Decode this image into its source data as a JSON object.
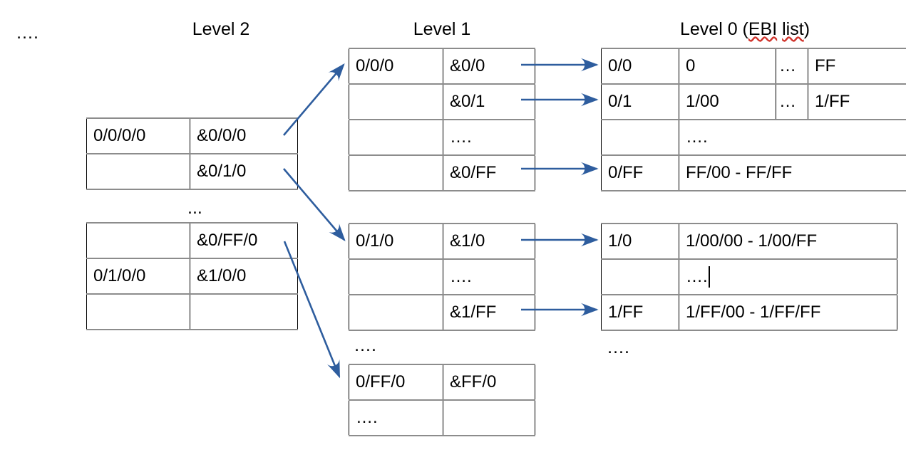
{
  "headers": {
    "ellipsis_left": "….",
    "level2": "Level 2",
    "level1": "Level 1",
    "level0_prefix": "Level 0 (",
    "level0_word1": "EBI",
    "level0_space": " ",
    "level0_word2": "list",
    "level0_suffix": ")"
  },
  "separators": {
    "level2_between": "...",
    "level1_bottom": "….",
    "level0_bottom": "…."
  },
  "colors": {
    "arrow": "#2e5d9e",
    "border_horizontal": "#8c8c8c",
    "border_vertical": "#000000",
    "text": "#000000",
    "spellcheck_underline": "#d0342c",
    "background": "#ffffff"
  },
  "level2": {
    "tables": [
      {
        "name": "level2-table-top",
        "rows": [
          {
            "key": "0/0/0/0",
            "ptr": "&0/0/0"
          },
          {
            "key": "",
            "ptr": "&0/1/0"
          }
        ]
      },
      {
        "name": "level2-table-bottom",
        "rows": [
          {
            "key": "",
            "ptr": "&0/FF/0"
          },
          {
            "key": "0/1/0/0",
            "ptr": "&1/0/0"
          },
          {
            "key": "",
            "ptr": ""
          }
        ]
      }
    ]
  },
  "level1": {
    "tables": [
      {
        "name": "level1-table-0",
        "rows": [
          {
            "key": "0/0/0",
            "ptr": "&0/0"
          },
          {
            "key": "",
            "ptr": "&0/1"
          },
          {
            "key": "",
            "ptr": "…."
          },
          {
            "key": "",
            "ptr": "&0/FF"
          }
        ]
      },
      {
        "name": "level1-table-1",
        "rows": [
          {
            "key": "0/1/0",
            "ptr": "&1/0"
          },
          {
            "key": "",
            "ptr": "…."
          },
          {
            "key": "",
            "ptr": "&1/FF"
          }
        ]
      },
      {
        "name": "level1-table-2",
        "rows": [
          {
            "key": "0/FF/0",
            "ptr": "&FF/0"
          },
          {
            "key": "….",
            "ptr": ""
          }
        ]
      }
    ]
  },
  "level0": {
    "tables": [
      {
        "name": "level0-table-0",
        "rows": [
          {
            "key": "0/0",
            "split": true,
            "v1": "0",
            "mid": "…",
            "v2": "FF"
          },
          {
            "key": "0/1",
            "split": true,
            "v1": "1/00",
            "mid": "…",
            "v2": "1/FF"
          },
          {
            "key": "",
            "split": false,
            "value": "…."
          },
          {
            "key": "0/FF",
            "split": false,
            "value": "FF/00 - FF/FF"
          }
        ]
      },
      {
        "name": "level0-table-1",
        "rows": [
          {
            "key": "1/0",
            "split": false,
            "value": "1/00/00 - 1/00/FF"
          },
          {
            "key": "",
            "split": false,
            "value": "….",
            "caret": true
          },
          {
            "key": "1/FF",
            "split": false,
            "value": "1/FF/00 - 1/FF/FF"
          }
        ]
      }
    ]
  }
}
